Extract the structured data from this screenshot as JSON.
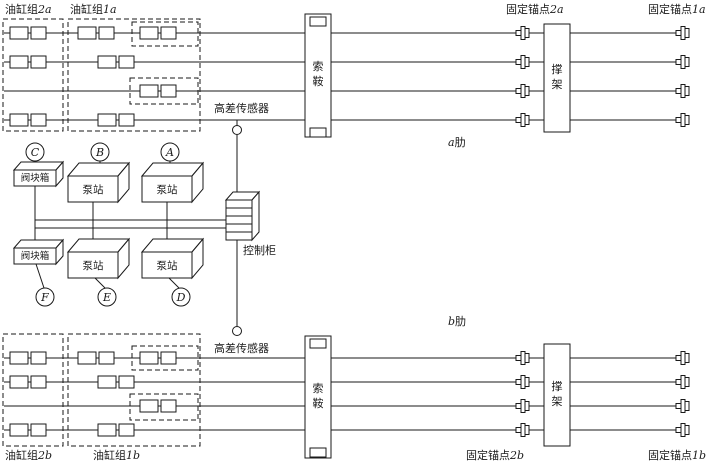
{
  "rib_a": {
    "cyl_group_2a_prefix": "油缸组",
    "cyl_group_2a_suffix": "2a",
    "cyl_group_1a_prefix": "油缸组",
    "cyl_group_1a_suffix": "1a",
    "saddle_char1": "索",
    "saddle_char2": "鞍",
    "sensor_label": "高差传感器",
    "anchor_2a_prefix": "固定锚点",
    "anchor_2a_suffix": "2a",
    "anchor_1a_prefix": "固定锚点",
    "anchor_1a_suffix": "1a",
    "brace_char1": "撑",
    "brace_char2": "架",
    "rib_letter": "a",
    "rib_word": "肋"
  },
  "plant": {
    "valve_box_top_label": "阀块箱",
    "pump_b_label": "泵站",
    "pump_a_label": "泵站",
    "control_cabinet_label": "控制柜",
    "valve_box_bottom_label": "阀块箱",
    "pump_e_label": "泵站",
    "pump_d_label": "泵站",
    "node_a": "A",
    "node_b": "B",
    "node_c": "C",
    "node_d": "D",
    "node_e": "E",
    "node_f": "F"
  },
  "rib_b": {
    "rib_letter": "b",
    "rib_word": "肋",
    "sensor_label": "高差传感器",
    "saddle_char1": "索",
    "saddle_char2": "鞍",
    "brace_char1": "撑",
    "brace_char2": "架",
    "cyl_group_2b_prefix": "油缸组",
    "cyl_group_2b_suffix": "2b",
    "cyl_group_1b_prefix": "油缸组",
    "cyl_group_1b_suffix": "1b",
    "anchor_2b_prefix": "固定锚点",
    "anchor_2b_suffix": "2b",
    "anchor_1b_prefix": "固定锚点",
    "anchor_1b_suffix": "1b"
  },
  "colors": {
    "ink": "#1a1a1a",
    "bg": "#ffffff"
  }
}
